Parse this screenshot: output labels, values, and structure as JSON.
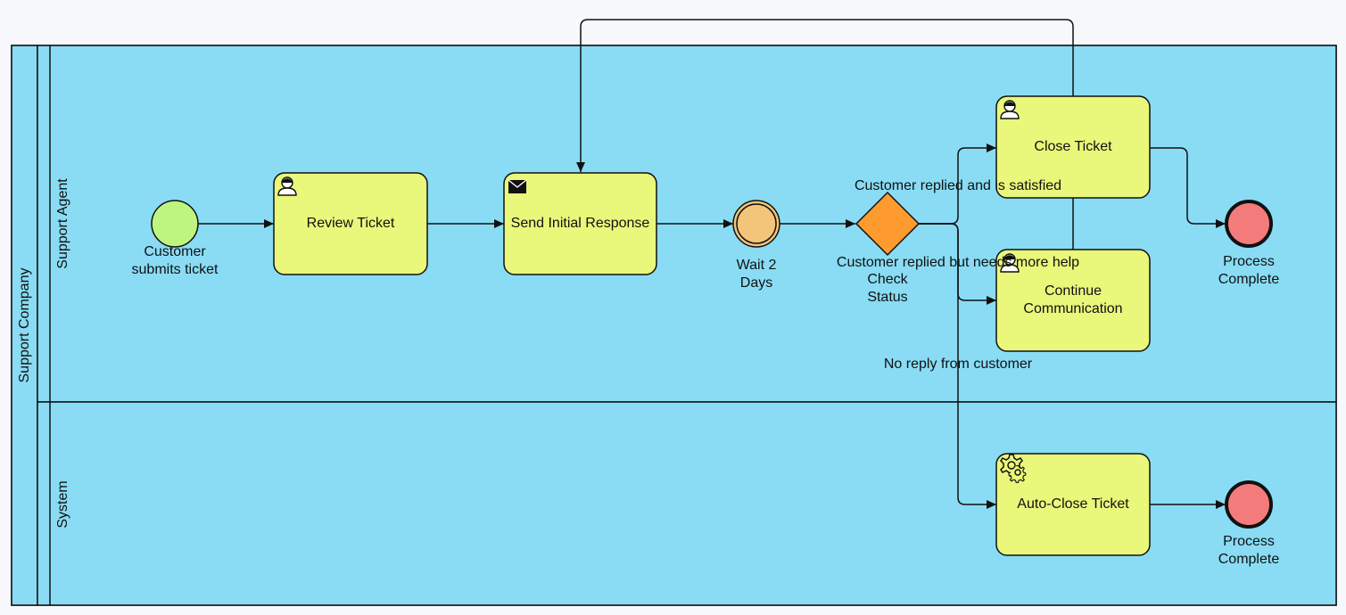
{
  "pool": {
    "name": "Support Company",
    "fill": "#89dcf4"
  },
  "lanes": [
    {
      "name": "Support Agent"
    },
    {
      "name": "System"
    }
  ],
  "colors": {
    "task": "#e9f77a",
    "start": "#bdf57e",
    "end": "#f47b7b",
    "timer": "#f3c57a",
    "gateway": "#fe9b2e",
    "stroke": "#111111"
  },
  "events": {
    "start": {
      "label": "Customer submits ticket",
      "icon": "start-event-circle"
    },
    "timer": {
      "label": "Wait 2 Days",
      "icon": "intermediate-timer-event"
    },
    "end1": {
      "label": "Process Complete",
      "icon": "end-event-circle"
    },
    "end2": {
      "label": "Process Complete",
      "icon": "end-event-circle"
    }
  },
  "tasks": {
    "review": {
      "label": "Review Ticket",
      "icon": "user-icon"
    },
    "send": {
      "label": "Send Initial Response",
      "icon": "envelope-icon"
    },
    "close": {
      "label": "Close Ticket",
      "icon": "user-icon"
    },
    "continue": {
      "label": "Continue Communication",
      "icon": "user-icon"
    },
    "autoclose": {
      "label": "Auto-Close Ticket",
      "icon": "gear-icon"
    }
  },
  "gateway": {
    "label": "Check Status",
    "icon": "exclusive-gateway-diamond"
  },
  "flows": {
    "satisfied": "Customer replied and is satisfied",
    "more_help": "Customer replied but needs more help",
    "no_reply": "No reply from customer"
  }
}
